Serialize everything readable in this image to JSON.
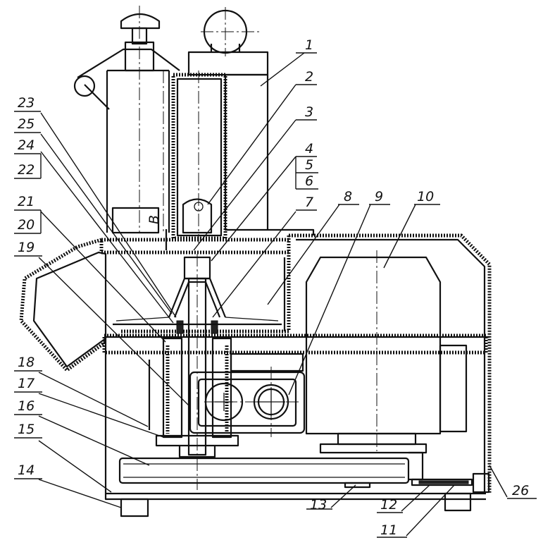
{
  "drawing": {
    "section_letter": "B",
    "callouts": [
      {
        "id": "1",
        "text": "1"
      },
      {
        "id": "2",
        "text": "2"
      },
      {
        "id": "3",
        "text": "3"
      },
      {
        "id": "4",
        "text": "4"
      },
      {
        "id": "5",
        "text": "5"
      },
      {
        "id": "6",
        "text": "6"
      },
      {
        "id": "7",
        "text": "7"
      },
      {
        "id": "8",
        "text": "8"
      },
      {
        "id": "9",
        "text": "9"
      },
      {
        "id": "10",
        "text": "10"
      },
      {
        "id": "11",
        "text": "11"
      },
      {
        "id": "12",
        "text": "12"
      },
      {
        "id": "13",
        "text": "13"
      },
      {
        "id": "14",
        "text": "14"
      },
      {
        "id": "15",
        "text": "15"
      },
      {
        "id": "16",
        "text": "16"
      },
      {
        "id": "17",
        "text": "17"
      },
      {
        "id": "18",
        "text": "18"
      },
      {
        "id": "19",
        "text": "19"
      },
      {
        "id": "20",
        "text": "20"
      },
      {
        "id": "21",
        "text": "21"
      },
      {
        "id": "22",
        "text": "22"
      },
      {
        "id": "23",
        "text": "23"
      },
      {
        "id": "24",
        "text": "24"
      },
      {
        "id": "25",
        "text": "25"
      },
      {
        "id": "26",
        "text": "26"
      }
    ]
  }
}
